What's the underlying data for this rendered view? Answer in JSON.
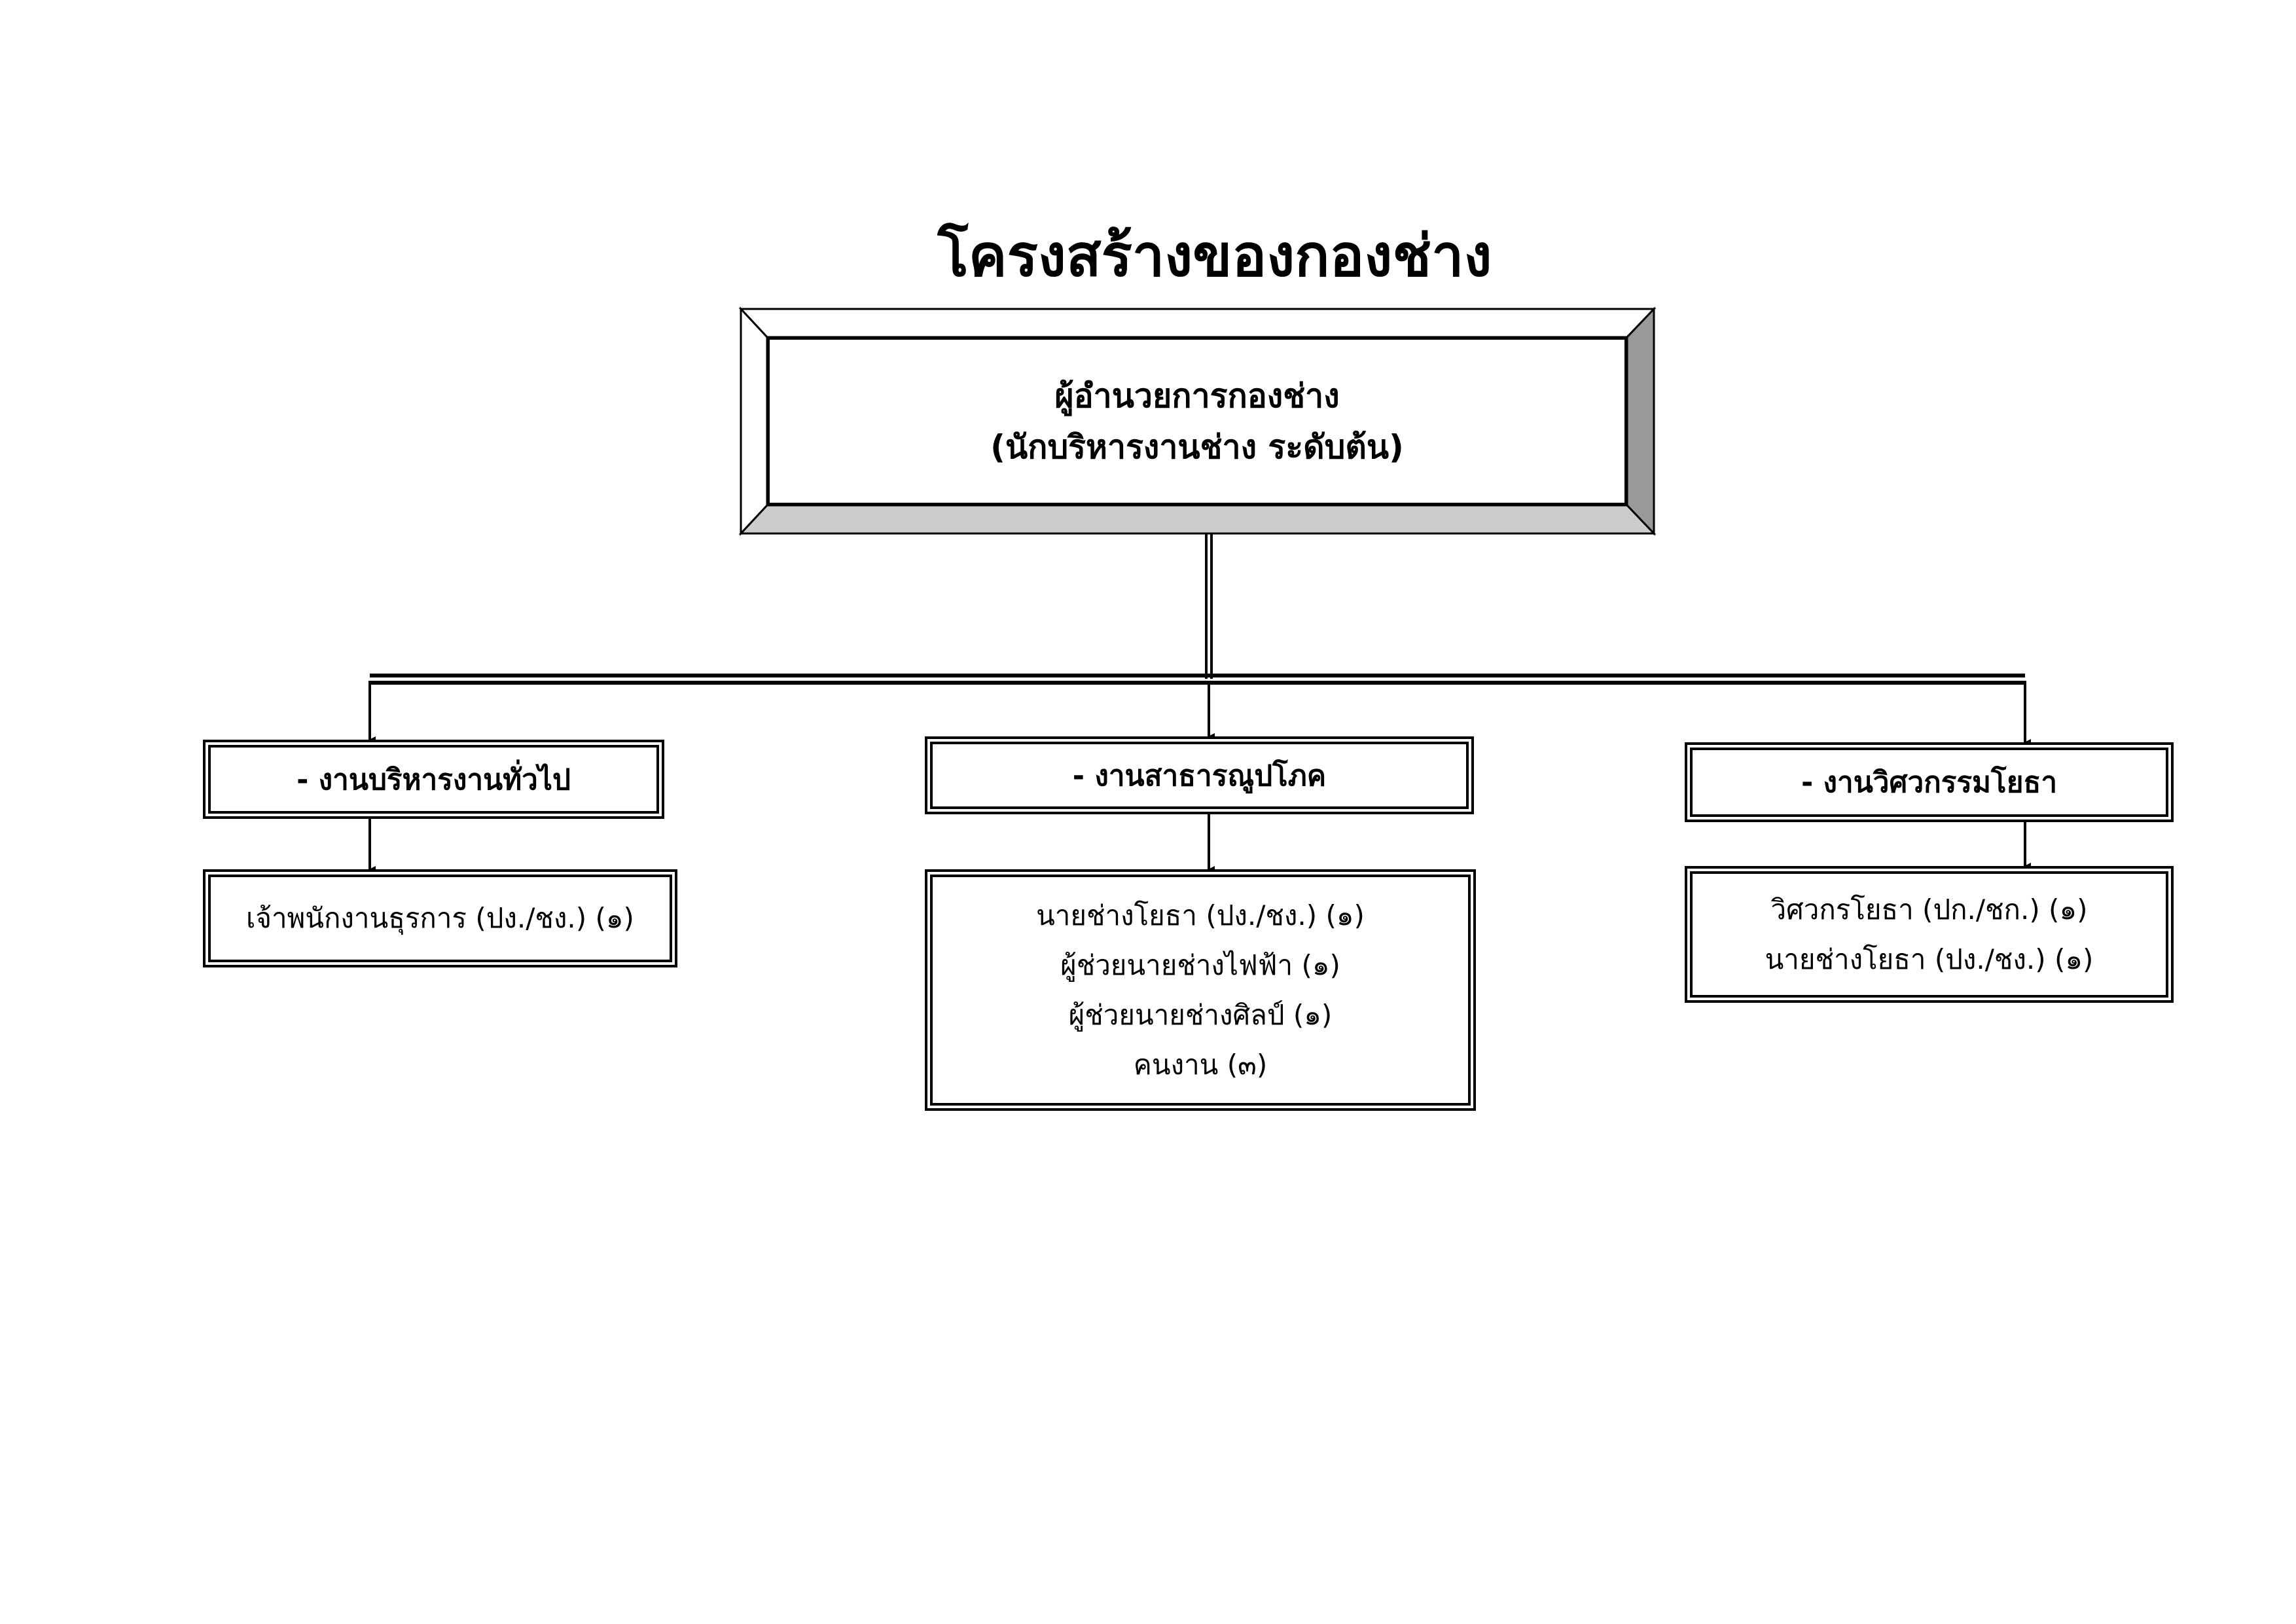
{
  "title": "โครงสร้างของกองช่าง",
  "director": {
    "line1": "ผู้อำนวยการกองช่าง",
    "line2": "(นักบริหารงานช่าง ระดับต้น)"
  },
  "sections": [
    {
      "name": "- งานบริหารงานทั่วไป",
      "staff": [
        "เจ้าพนักงานธุรการ (ปง./ชง.) (๑)"
      ]
    },
    {
      "name": "- งานสาธารณูปโภค",
      "staff": [
        "นายช่างโยธา (ปง./ชง.) (๑)",
        "ผู้ช่วยนายช่างไฟฟ้า (๑)",
        "ผู้ช่วยนายช่างศิลป์ (๑)",
        "คนงาน (๓)"
      ]
    },
    {
      "name": "- งานวิศวกรรมโยธา",
      "staff": [
        "วิศวกรโยธา (ปก./ชก.) (๑)",
        "นายช่างโยธา (ปง./ชง.) (๑)"
      ]
    }
  ]
}
